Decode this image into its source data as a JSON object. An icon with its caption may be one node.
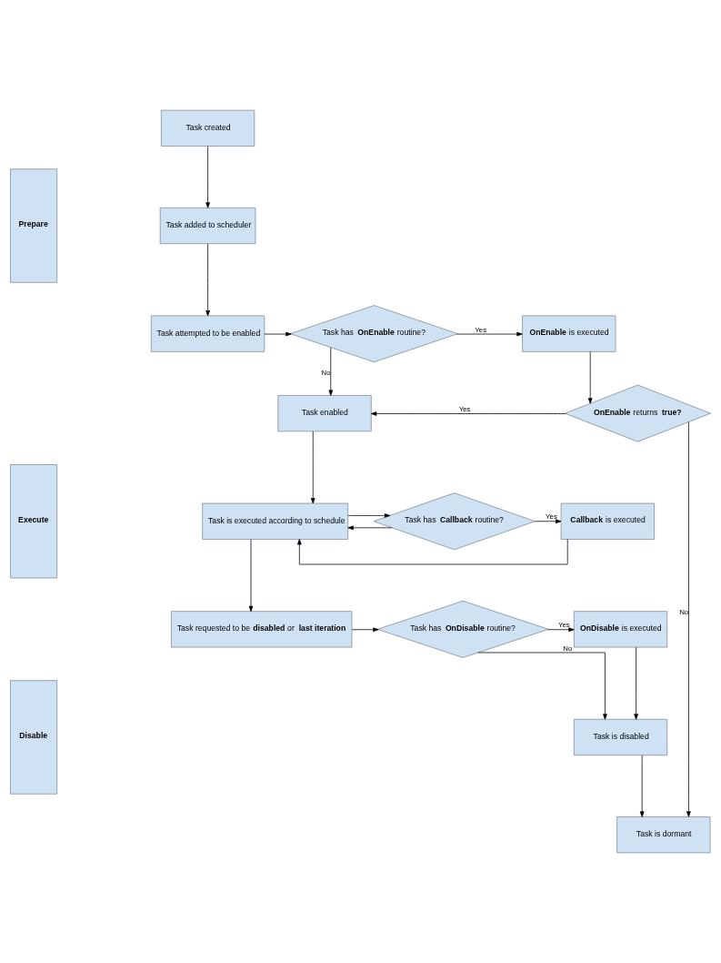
{
  "diagram": {
    "nodes": [
      {
        "text": [
          "Prepare"
        ]
      },
      {
        "text": [
          "Execute"
        ]
      },
      {
        "text": [
          "Disable"
        ]
      },
      {
        "text": [
          "Task created"
        ]
      },
      {
        "text": [
          "Task added to scheduler"
        ]
      },
      {
        "text": [
          "Task attempted to be enabled"
        ]
      },
      {
        "text": [
          "Task has **OnEnable** routine?"
        ]
      },
      {
        "text": [
          "**OnEnable** is executed"
        ]
      },
      {
        "text": [
          "Task enabled"
        ]
      },
      {
        "text": [
          "**OnEnable** returns **true?**"
        ]
      },
      {
        "text": [
          "Task is executed according to schedule"
        ]
      },
      {
        "text": [
          "Task has **Callback** routine?"
        ]
      },
      {
        "text": [
          "**Callback** is executed"
        ]
      },
      {
        "text": [
          "Task requested to be **disabled** or **last iteration**"
        ]
      },
      {
        "text": [
          "Task has **OnDisable** routine?"
        ]
      },
      {
        "text": [
          "**OnDisable** is executed"
        ]
      },
      {
        "text": [
          "Task is disabled"
        ]
      },
      {
        "text": [
          "Task is dormant"
        ]
      }
    ],
    "edges": [
      {
        "from": 3,
        "to": 4,
        "arrow": "to"
      },
      {
        "from": 4,
        "to": 5,
        "arrow": "to"
      },
      {
        "from": 5,
        "to": 6,
        "arrow": "to"
      },
      {
        "from": 6,
        "to": 7,
        "arrow": "to",
        "label": "Yes"
      },
      {
        "from": 6,
        "to": 8,
        "arrow": "to",
        "label": "No"
      },
      {
        "from": 7,
        "to": 9,
        "arrow": "to"
      },
      {
        "from": 9,
        "to": 8,
        "arrow": "to",
        "label": "Yes"
      },
      {
        "from": 9,
        "to": 17,
        "arrow": "to",
        "label": "No"
      },
      {
        "from": 8,
        "to": 10,
        "arrow": "to"
      },
      {
        "from": 10,
        "to": 11,
        "arrow": "to"
      },
      {
        "from": 11,
        "to": 12,
        "arrow": "to",
        "label": "Yes"
      },
      {
        "from": 11,
        "to": 10,
        "arrow": "to"
      },
      {
        "from": 12,
        "to": 10,
        "arrow": "to"
      },
      {
        "from": 10,
        "to": 13,
        "arrow": "to"
      },
      {
        "from": 13,
        "to": 14,
        "arrow": "to"
      },
      {
        "from": 14,
        "to": 15,
        "arrow": "to",
        "label": "Yes"
      },
      {
        "from": 14,
        "to": 16,
        "arrow": "to",
        "label": "No"
      },
      {
        "from": 15,
        "to": 16,
        "arrow": "to"
      },
      {
        "from": 16,
        "to": 17,
        "arrow": "to"
      }
    ]
  }
}
